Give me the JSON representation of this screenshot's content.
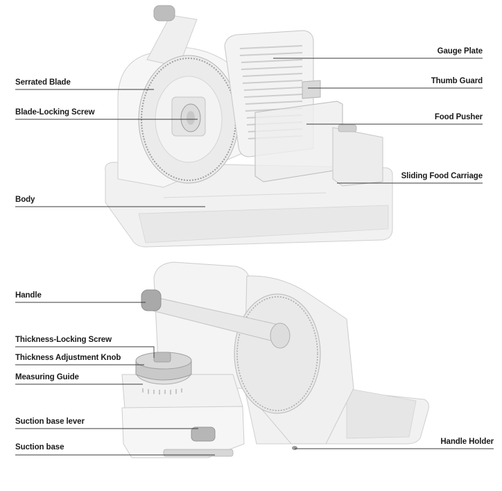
{
  "diagram": {
    "top_view": {
      "labels": {
        "serrated_blade": "Serrated Blade",
        "blade_locking_screw": "Blade-Locking Screw",
        "body": "Body",
        "gauge_plate": "Gauge Plate",
        "thumb_guard": "Thumb Guard",
        "food_pusher": "Food Pusher",
        "sliding_food_carriage": "Sliding Food Carriage"
      }
    },
    "bottom_view": {
      "labels": {
        "handle": "Handle",
        "thickness_locking_screw": "Thickness-Locking Screw",
        "thickness_adjustment_knob": "Thickness Adjustment Knob",
        "measuring_guide": "Measuring Guide",
        "suction_base_lever": "Suction base lever",
        "suction_base": "Suction base",
        "handle_holder": "Handle Holder"
      }
    }
  }
}
